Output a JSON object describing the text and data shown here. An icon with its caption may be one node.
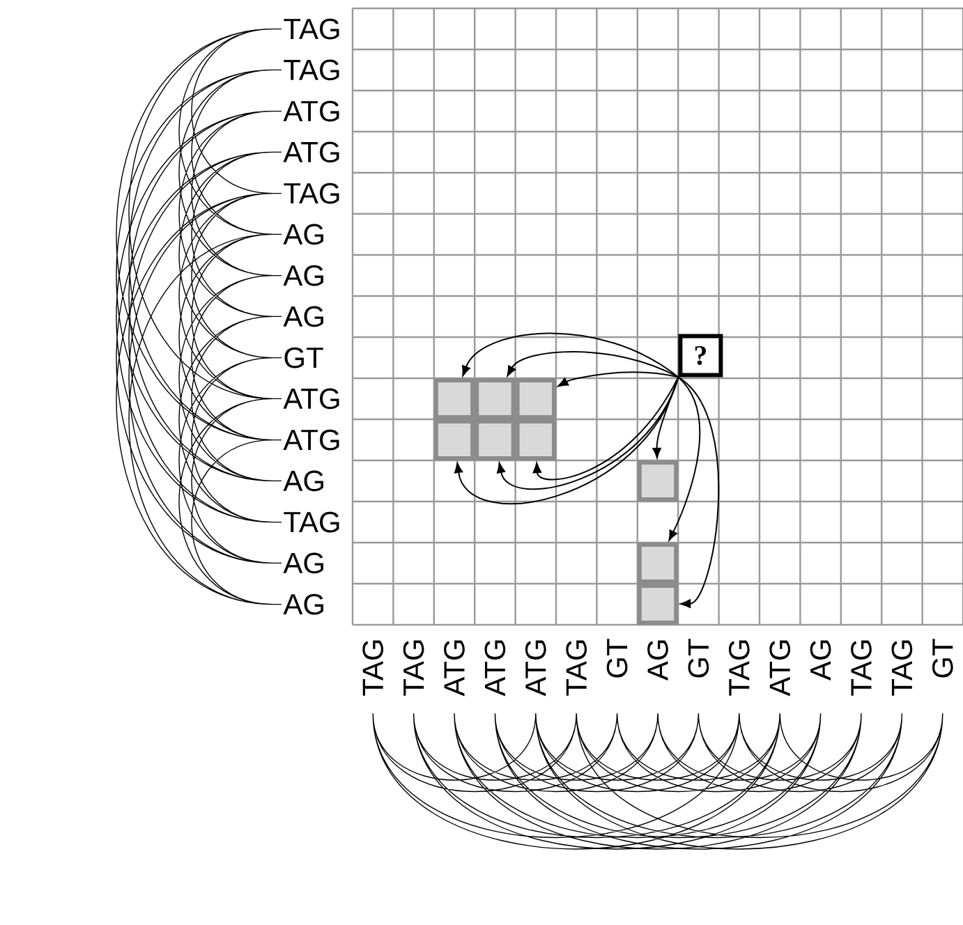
{
  "diagram": {
    "nodes": [
      {
        "text": [
          "?"
        ]
      },
      {
        "text": [],
        "shape": "box"
      },
      {
        "text": [],
        "shape": "box"
      },
      {
        "text": [],
        "shape": "box"
      },
      {
        "text": [],
        "shape": "box"
      },
      {
        "text": [],
        "shape": "box"
      },
      {
        "text": [],
        "shape": "box"
      },
      {
        "text": [],
        "shape": "box"
      },
      {
        "text": [],
        "shape": "box"
      },
      {
        "text": [],
        "shape": "box"
      }
    ],
    "edges": [
      {
        "from": 0,
        "to": 1,
        "arrow": "to"
      },
      {
        "from": 0,
        "to": 2,
        "arrow": "to"
      },
      {
        "from": 0,
        "to": 3,
        "arrow": "to"
      },
      {
        "from": 0,
        "to": 4,
        "arrow": "to"
      },
      {
        "from": 0,
        "to": 5,
        "arrow": "to"
      },
      {
        "from": 0,
        "to": 6,
        "arrow": "to"
      },
      {
        "from": 0,
        "to": 7,
        "arrow": "to"
      },
      {
        "from": 0,
        "to": 8,
        "arrow": "to"
      },
      {
        "from": 0,
        "to": 9,
        "arrow": "to"
      }
    ],
    "labels": [
      "TAG",
      "TAG",
      "ATG",
      "ATG",
      "TAG",
      "AG",
      "AG",
      "AG",
      "GT",
      "ATG",
      "ATG",
      "AG",
      "TAG",
      "AG",
      "AG",
      "TAG",
      "TAG",
      "ATG",
      "ATG",
      "ATG",
      "TAG",
      "GT",
      "AG",
      "GT",
      "TAG",
      "ATG",
      "AG",
      "TAG",
      "TAG",
      "GT"
    ]
  }
}
